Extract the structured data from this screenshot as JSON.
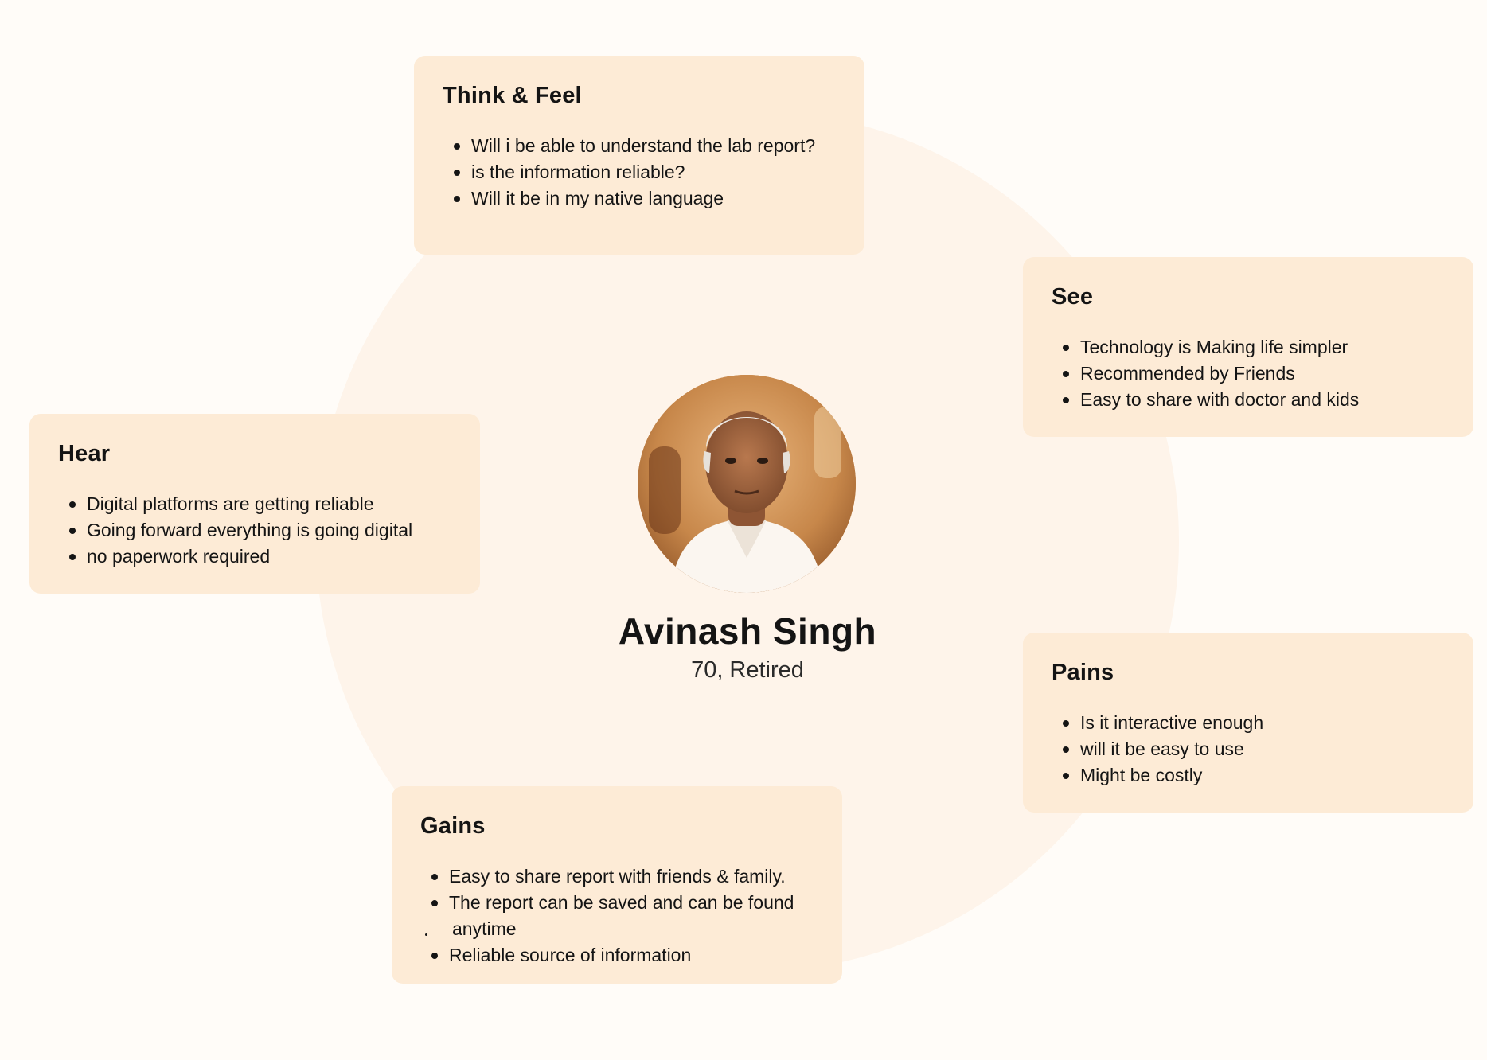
{
  "persona": {
    "name": "Avinash Singh",
    "subtitle": "70, Retired"
  },
  "cards": {
    "think_feel": {
      "title": "Think & Feel",
      "items": [
        "Will i be able to understand the lab report?",
        "is the information reliable?",
        "Will it be in my native language"
      ]
    },
    "see": {
      "title": "See",
      "items": [
        "Technology is Making life simpler",
        "Recommended by Friends",
        "Easy to share with doctor and kids"
      ]
    },
    "hear": {
      "title": "Hear",
      "items": [
        "Digital platforms are getting reliable",
        "Going forward everything is going digital",
        "no paperwork required"
      ]
    },
    "pains": {
      "title": "Pains",
      "items": [
        "Is it interactive enough",
        "will it be easy to use",
        "Might be costly"
      ]
    },
    "gains": {
      "title": "Gains",
      "items": [
        "Easy to share report with friends & family.",
        "The report can be saved and can be found",
        "anytime",
        "Reliable source of information"
      ]
    }
  },
  "colors": {
    "background": "#fffcf8",
    "circle": "#fef4ea",
    "card": "#fdebd6",
    "text": "#141414"
  }
}
